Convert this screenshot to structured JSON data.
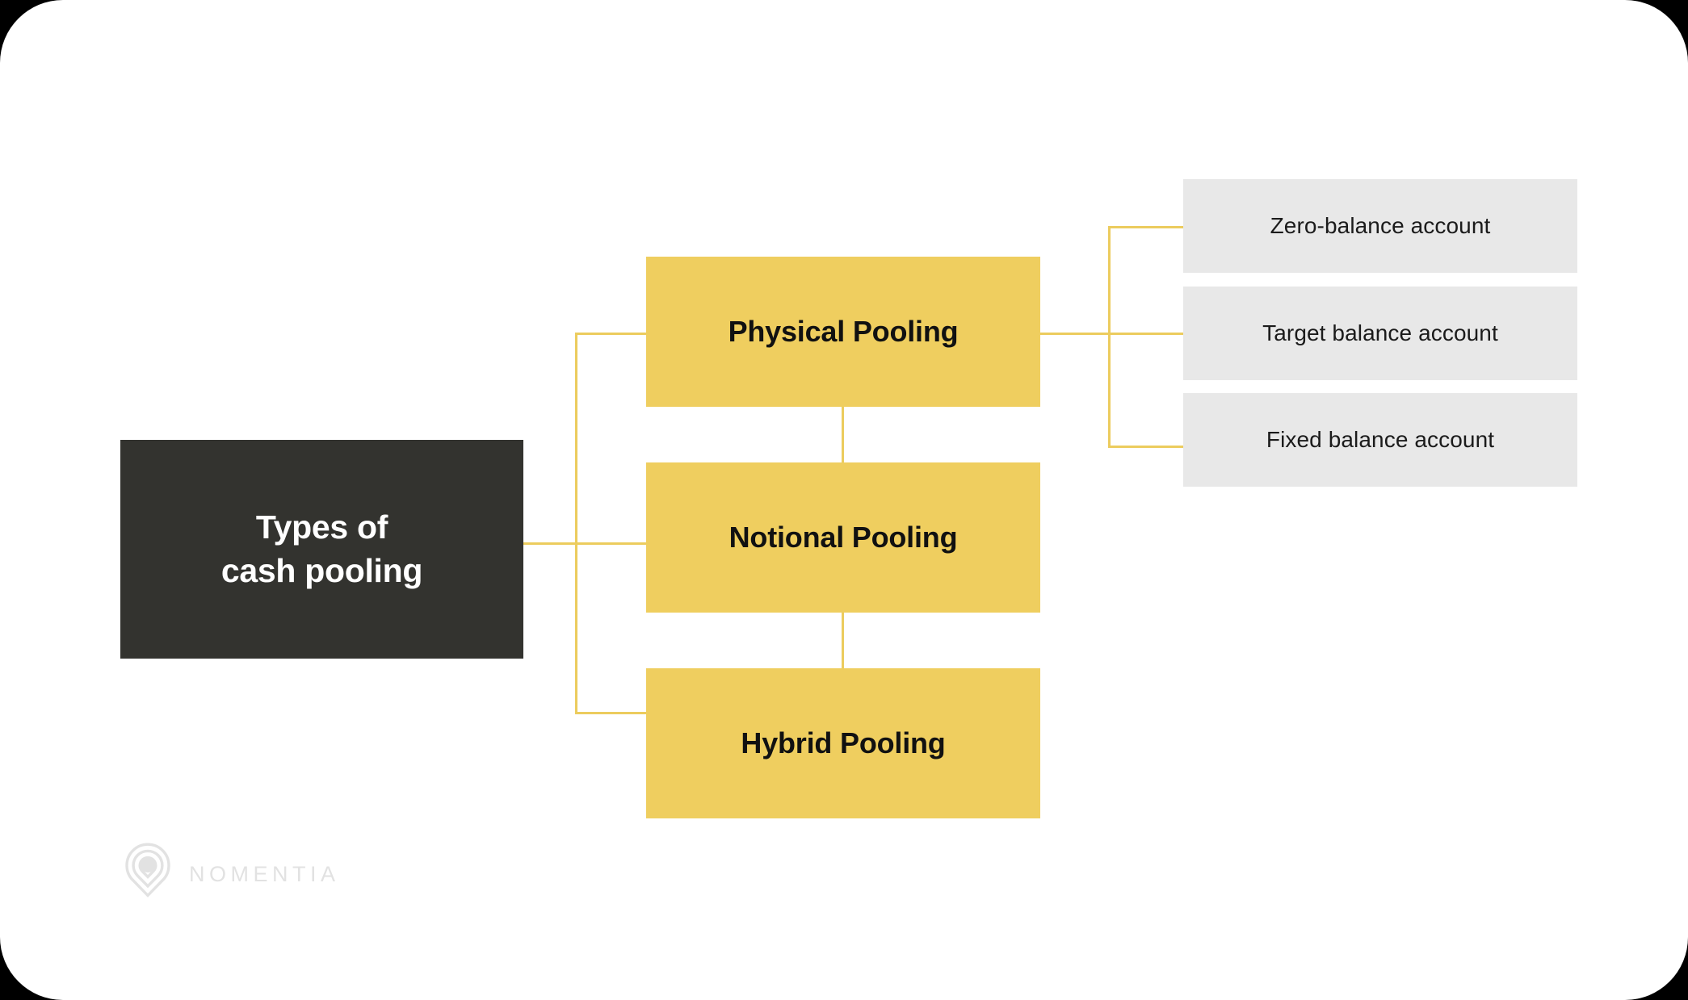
{
  "diagram": {
    "title_node": {
      "line1": "Types of",
      "line2": "cash pooling",
      "bg_color": "#33332f",
      "text_color": "#ffffff"
    },
    "branches": [
      {
        "id": "physical",
        "label": "Physical Pooling",
        "bg_color": "#efce5f"
      },
      {
        "id": "notional",
        "label": "Notional Pooling",
        "bg_color": "#efce5f"
      },
      {
        "id": "hybrid",
        "label": "Hybrid Pooling",
        "bg_color": "#efce5f"
      }
    ],
    "leaves": [
      {
        "id": "zero",
        "label": "Zero-balance account",
        "bg_color": "#e8e8e8"
      },
      {
        "id": "target",
        "label": "Target balance account",
        "bg_color": "#e8e8e8"
      },
      {
        "id": "fixed",
        "label": "Fixed balance account",
        "bg_color": "#e8e8e8"
      }
    ],
    "connector_color": "#eccc5e",
    "canvas_bg": "#ffffff"
  },
  "logo": {
    "wordmark": "NOMENTIA",
    "mark_name": "nomentia-pin-icon",
    "color": "#e2e2e2"
  }
}
